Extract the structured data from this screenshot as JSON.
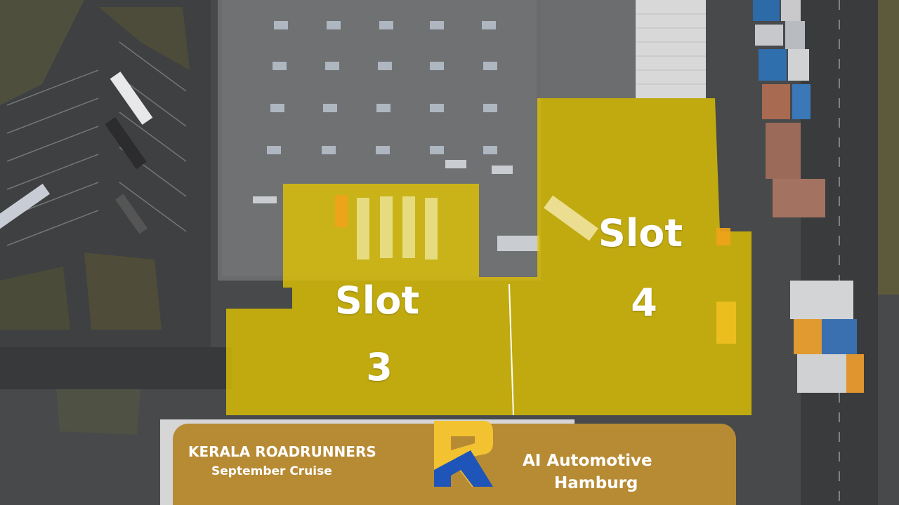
{
  "colors": {
    "highlight": "#e3c500",
    "banner": "#b78b34",
    "logo_yellow": "#f2c230",
    "logo_blue": "#1f55b8",
    "text": "#ffffff"
  },
  "slots": [
    {
      "label": "Slot",
      "number": "3"
    },
    {
      "label": "Slot",
      "number": "4"
    }
  ],
  "banner": {
    "club_name": "KERALA ROADRUNNERS",
    "event_name": "September Cruise",
    "company": "AI Automotive",
    "city": "Hamburg",
    "logo_icon": "rr-logo-icon"
  }
}
